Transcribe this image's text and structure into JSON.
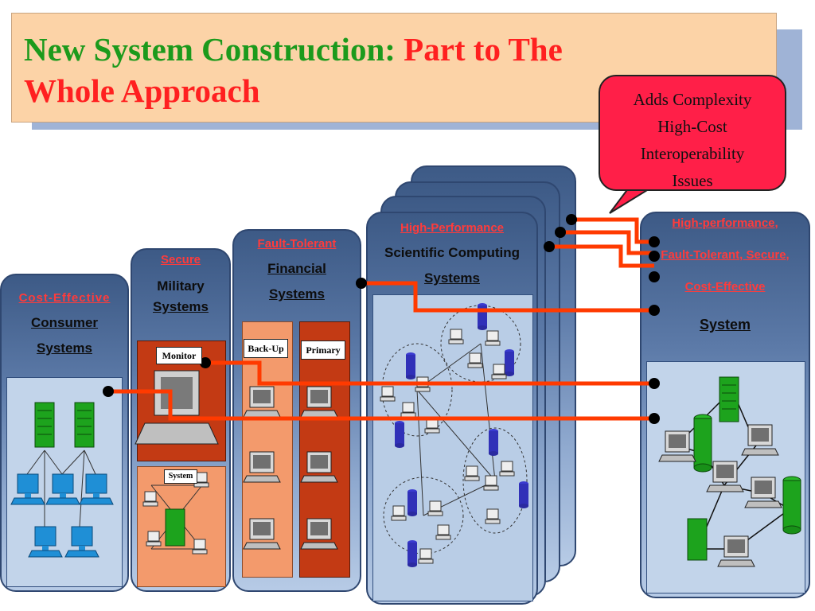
{
  "title": {
    "part1": "New System Construction: ",
    "part2": "Part to The",
    "part3": "Whole Approach"
  },
  "callout": {
    "lines": [
      "Adds Complexity",
      "High-Cost",
      "Interoperability",
      "Issues"
    ]
  },
  "panels": {
    "consumer": {
      "title": "Cost-Effective",
      "sub1": "Consumer",
      "sub2": "Systems"
    },
    "military": {
      "title": "Secure",
      "sub1": "Military",
      "sub2": "Systems"
    },
    "financial": {
      "title": "Fault-Tolerant",
      "sub1": "Financial",
      "sub2": "Systems"
    },
    "scientific": {
      "title": "High-Performance",
      "sub1": "Scientific Computing",
      "sub2": "Systems"
    },
    "target": {
      "title1": "High-performance,",
      "title2": "Fault-Tolerant, Secure,",
      "title3": "Cost-Effective",
      "sub": "System"
    }
  },
  "labels": {
    "monitor": "Monitor",
    "system": "System",
    "backup": "Back-Up",
    "primary": "Primary"
  },
  "colors": {
    "connector": "#ff3a00",
    "panel_title": "#ff3b3b",
    "callout": "#ff1f48"
  }
}
